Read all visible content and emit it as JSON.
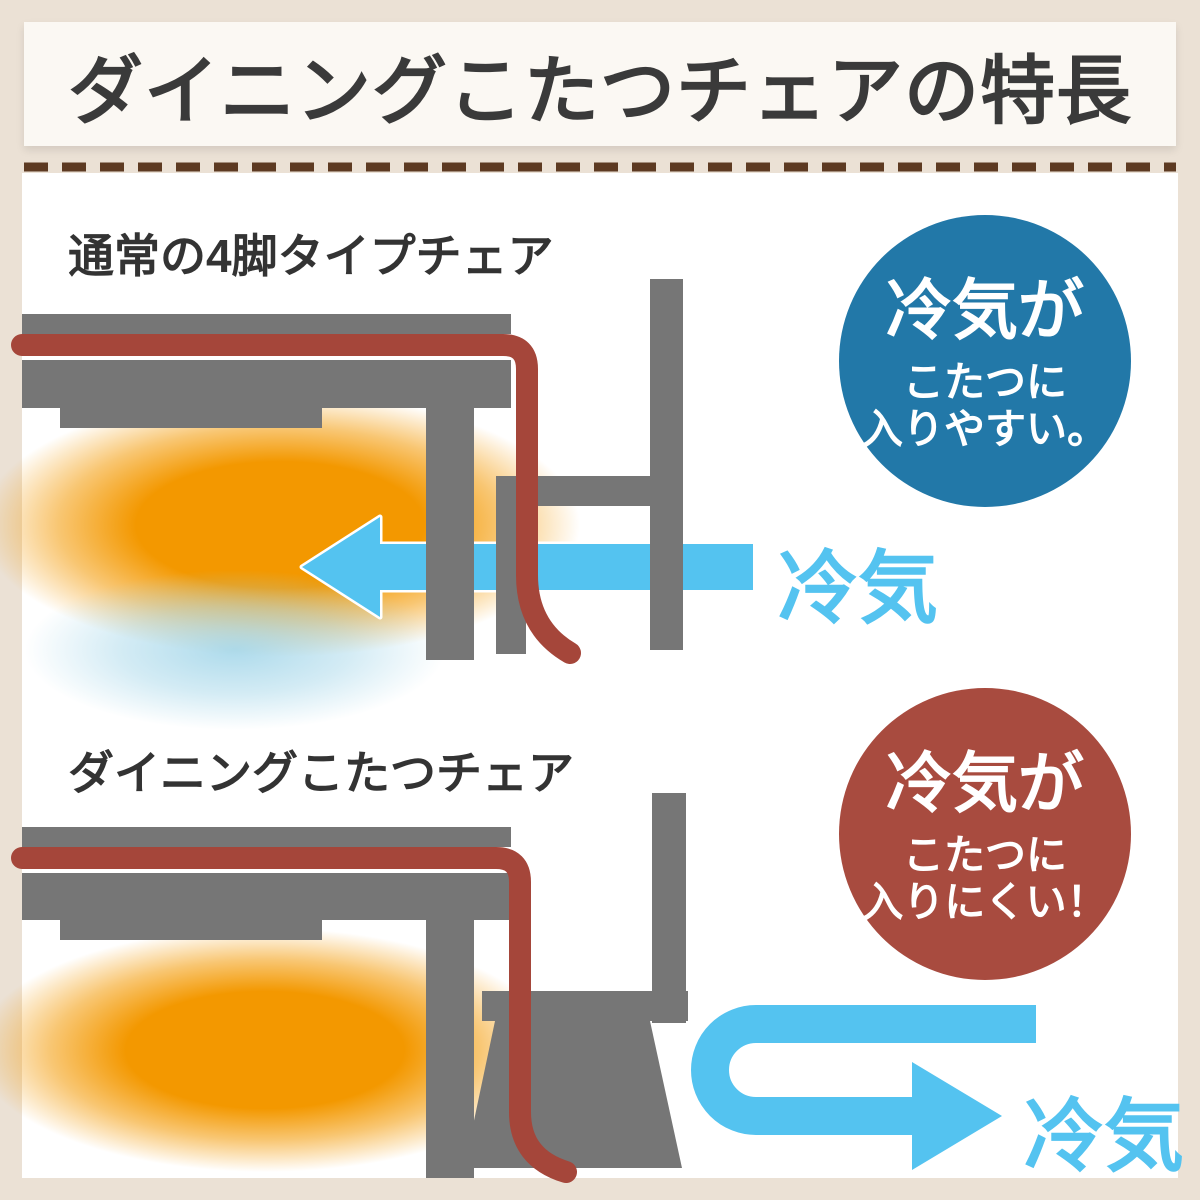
{
  "title": "ダイニングこたつチェアの特長",
  "colors": {
    "background": "#ebe1d5",
    "panel": "#ffffff",
    "title_band": "#fbf8f3",
    "title_text": "#3a3a3a",
    "divider_brown": "#5d3a22",
    "gray_furniture": "#767676",
    "blanket_red": "#a5463a",
    "heat_orange": "#f39800",
    "cold_air_blue": "#54c3f0",
    "badge_blue": "#2278a8",
    "badge_red": "#a84b3f"
  },
  "sections": [
    {
      "label": "通常の4脚タイプチェア",
      "badge": {
        "line1": "冷気が",
        "line2": "こたつに",
        "line3": "入りやすい。",
        "color": "#2278a8"
      },
      "arrow_label": "冷気"
    },
    {
      "label": "ダイニングこたつチェア",
      "badge": {
        "line1": "冷気が",
        "line2": "こたつに",
        "line3": "入りにくい！",
        "color": "#a84b3f"
      },
      "arrow_label": "冷気"
    }
  ]
}
